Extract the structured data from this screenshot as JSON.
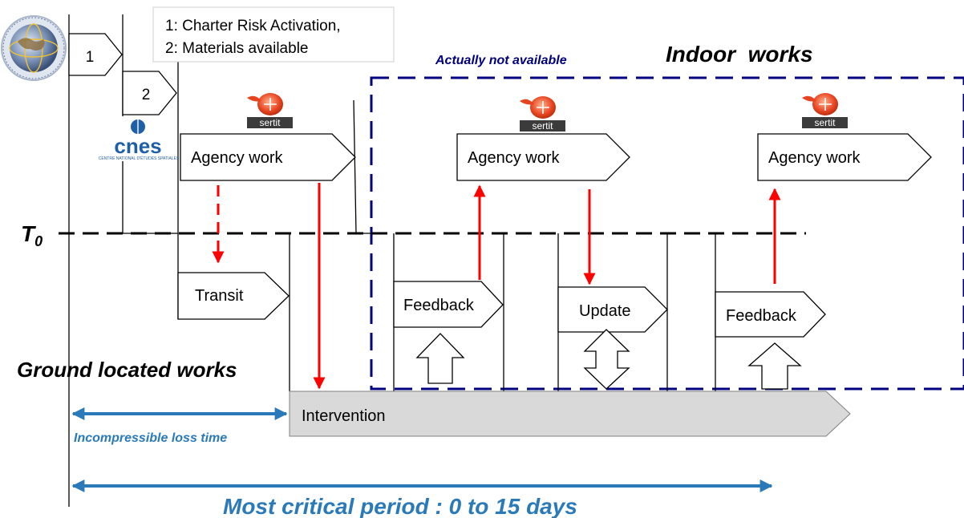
{
  "legend": {
    "line1": "1: Charter Risk Activation,",
    "line2": "2: Materials available"
  },
  "steps": {
    "step1": "1",
    "step2": "2"
  },
  "logos": {
    "charter_icon": "globe-icon",
    "cnes": {
      "name": "cnes",
      "subtitle": "CENTRE NATIONAL D'ÉTUDES SPATIALES"
    },
    "sertit": "sertit"
  },
  "annotations": {
    "not_available": "Actually not available",
    "indoor_works": "Indoor  works",
    "t0_letter": "T",
    "t0_subscript": "0",
    "ground_located_works": "Ground located works",
    "incompressible": "Incompressible loss time",
    "critical_period": "Most critical period : 0 to 15 days"
  },
  "tasks": {
    "agency_work_1": "Agency work",
    "agency_work_2": "Agency work",
    "agency_work_3": "Agency work",
    "transit": "Transit",
    "feedback_1": "Feedback",
    "update": "Update",
    "feedback_2": "Feedback",
    "intervention": "Intervention"
  },
  "colors": {
    "red_arrow": "#ff0000",
    "blue_arrow": "#2a7ab9",
    "indoor_box": "#000080",
    "cnes_blue": "#1f5fa8",
    "sertit_red": "#e8431f",
    "intervention_fill": "#d9d9d9"
  }
}
